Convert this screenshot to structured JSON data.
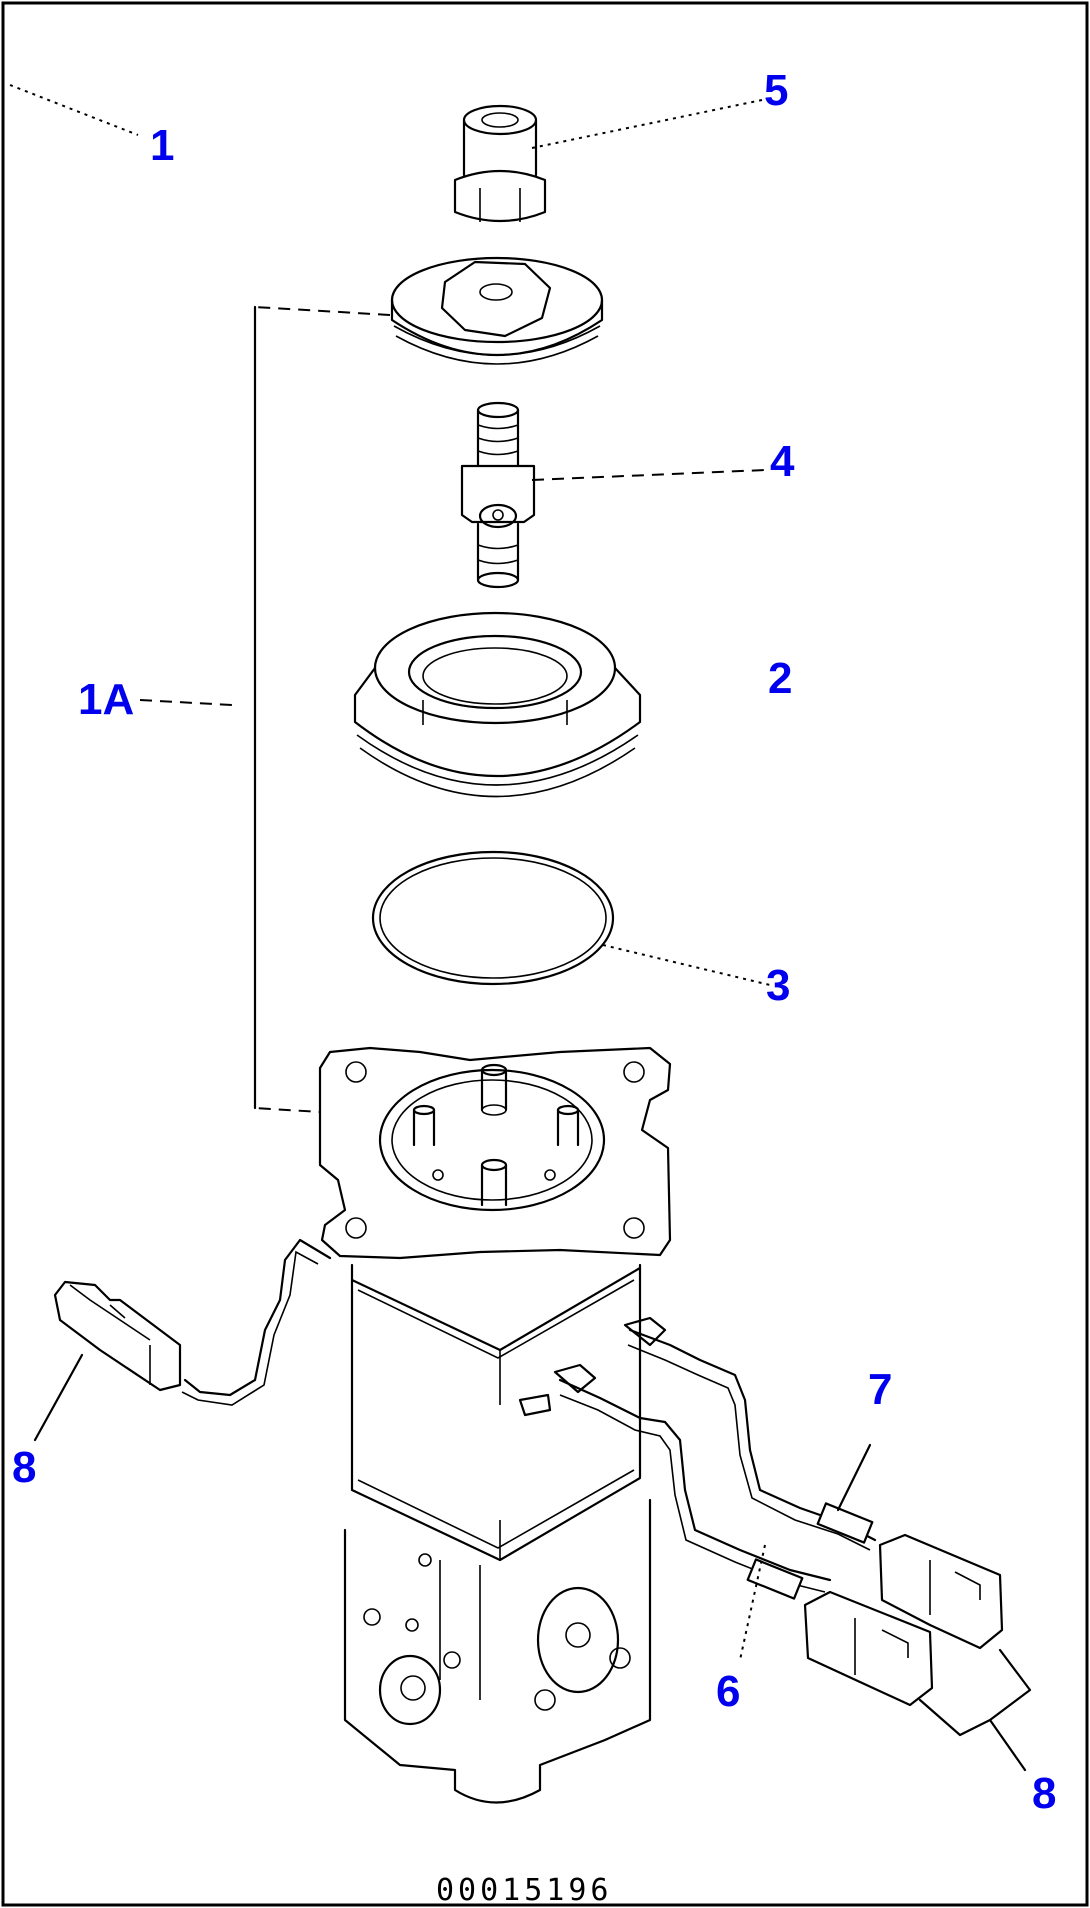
{
  "diagram": {
    "drawing_number": "00015196",
    "callout_color": "#0000ee",
    "line_color": "#000000",
    "callouts": [
      {
        "id": "c1",
        "label": "1"
      },
      {
        "id": "c1a",
        "label": "1A"
      },
      {
        "id": "c2",
        "label": "2"
      },
      {
        "id": "c3",
        "label": "3"
      },
      {
        "id": "c4",
        "label": "4"
      },
      {
        "id": "c5",
        "label": "5"
      },
      {
        "id": "c6",
        "label": "6"
      },
      {
        "id": "c7",
        "label": "7"
      },
      {
        "id": "c8a",
        "label": "8"
      },
      {
        "id": "c8b",
        "label": "8"
      }
    ]
  }
}
